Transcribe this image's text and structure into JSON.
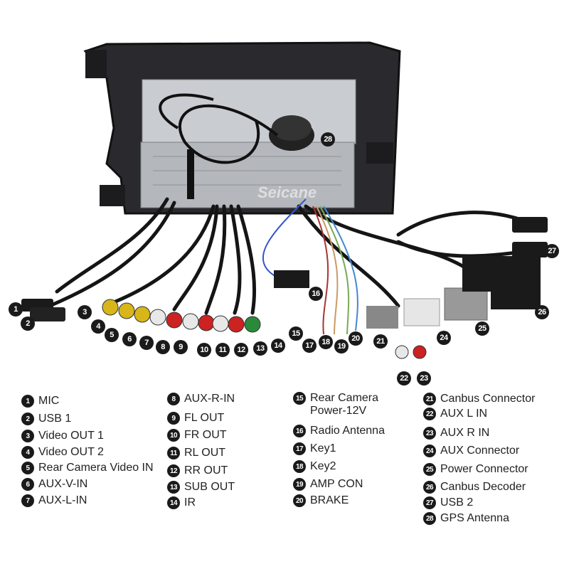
{
  "watermark": "Seicane",
  "callouts": [
    "1",
    "2",
    "3",
    "4",
    "5",
    "6",
    "7",
    "8",
    "9",
    "10",
    "11",
    "12",
    "13",
    "14",
    "15",
    "16",
    "17",
    "18",
    "19",
    "20",
    "21",
    "22",
    "23",
    "24",
    "25",
    "26",
    "27",
    "28"
  ],
  "legend": {
    "col1": [
      {
        "num": "1",
        "label": "MIC"
      },
      {
        "num": "2",
        "label": "USB 1"
      },
      {
        "num": "3",
        "label": "Video OUT 1"
      },
      {
        "num": "4",
        "label": "Video OUT 2"
      },
      {
        "num": "5",
        "label": "Rear Camera Video IN"
      },
      {
        "num": "6",
        "label": "AUX-V-IN"
      },
      {
        "num": "7",
        "label": "AUX-L-IN"
      }
    ],
    "col2": [
      {
        "num": "8",
        "label": "AUX-R-IN"
      },
      {
        "num": "9",
        "label": "FL OUT"
      },
      {
        "num": "10",
        "label": "FR OUT"
      },
      {
        "num": "11",
        "label": "RL OUT"
      },
      {
        "num": "12",
        "label": "RR OUT"
      },
      {
        "num": "13",
        "label": "SUB OUT"
      },
      {
        "num": "14",
        "label": "IR"
      }
    ],
    "col3": [
      {
        "num": "15",
        "label": "Rear Camera\nPower-12V"
      },
      {
        "num": "16",
        "label": "Radio Antenna"
      },
      {
        "num": "17",
        "label": "Key1"
      },
      {
        "num": "18",
        "label": "Key2"
      },
      {
        "num": "19",
        "label": "AMP CON"
      },
      {
        "num": "20",
        "label": "BRAKE"
      }
    ],
    "col4": [
      {
        "num": "21",
        "label": "Canbus Connector"
      },
      {
        "num": "22",
        "label": "AUX L IN"
      },
      {
        "num": "23",
        "label": "AUX R IN"
      },
      {
        "num": "24",
        "label": "AUX Connector"
      },
      {
        "num": "25",
        "label": "Power Connector"
      },
      {
        "num": "26",
        "label": "Canbus Decoder"
      },
      {
        "num": "27",
        "label": "USB 2"
      },
      {
        "num": "28",
        "label": "GPS Antenna"
      }
    ]
  }
}
